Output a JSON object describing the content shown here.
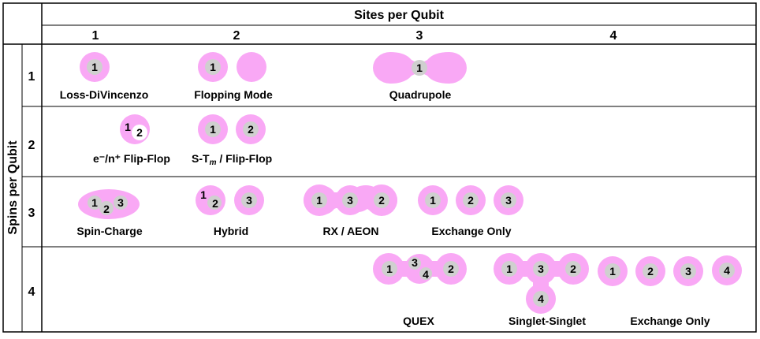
{
  "header": {
    "sites_title": "Sites per Qubit",
    "spins_title": "Spins per Qubit",
    "site_columns": [
      "1",
      "2",
      "3",
      "4"
    ],
    "spin_rows": [
      "1",
      "2",
      "3",
      "4"
    ]
  },
  "colors": {
    "site_fill": "#f9a8f5",
    "spin_fill": "#cfcfcf",
    "line": "#000000"
  },
  "cells": [
    {
      "id": "loss-divincenzo",
      "label": "Loss-DiVincenzo",
      "spins": [
        "1"
      ]
    },
    {
      "id": "flopping-mode",
      "label": "Flopping Mode",
      "spins": [
        "1"
      ]
    },
    {
      "id": "quadrupole",
      "label": "Quadrupole",
      "spins": [
        "1"
      ]
    },
    {
      "id": "flip-flop",
      "label": "e⁻/n⁺ Flip-Flop",
      "spins": [
        "1",
        "2"
      ]
    },
    {
      "id": "s-tm-flip-flop",
      "label_main": "S-T",
      "label_sub": "m",
      "label_rest": " / Flip-Flop",
      "spins": [
        "1",
        "2"
      ]
    },
    {
      "id": "spin-charge",
      "label": "Spin-Charge",
      "spins": [
        "1",
        "2",
        "3"
      ]
    },
    {
      "id": "hybrid",
      "label": "Hybrid",
      "spins": [
        "1",
        "2",
        "3"
      ]
    },
    {
      "id": "rx-aeon",
      "label": "RX / AEON",
      "spins": [
        "1",
        "3",
        "2"
      ]
    },
    {
      "id": "exchange-only-3",
      "label": "Exchange Only",
      "spins": [
        "1",
        "2",
        "3"
      ]
    },
    {
      "id": "quex",
      "label": "QUEX",
      "spins": [
        "1",
        "3",
        "4",
        "2"
      ]
    },
    {
      "id": "singlet-singlet",
      "label": "Singlet-Singlet",
      "spins": [
        "1",
        "3",
        "2",
        "4"
      ]
    },
    {
      "id": "exchange-only-4",
      "label": "Exchange Only",
      "spins": [
        "1",
        "2",
        "3",
        "4"
      ]
    }
  ]
}
